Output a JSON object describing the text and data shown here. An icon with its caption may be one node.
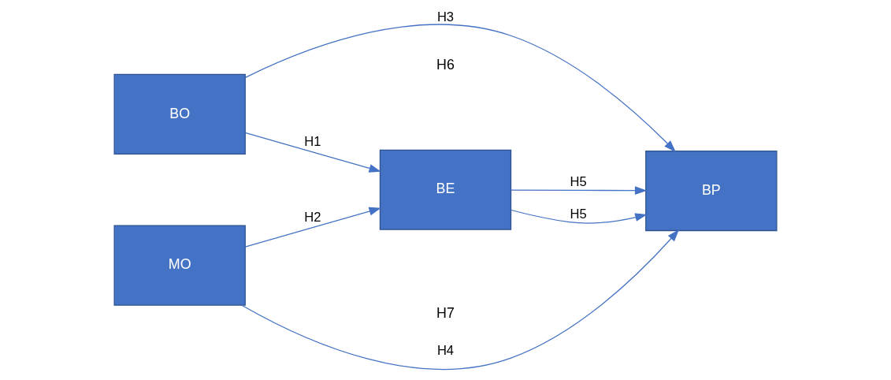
{
  "diagram": {
    "nodes": [
      {
        "text": [
          "BO"
        ]
      },
      {
        "text": [
          "MO"
        ]
      },
      {
        "text": [
          "BE"
        ]
      },
      {
        "text": [
          "BP"
        ]
      }
    ],
    "edges": [
      {
        "from": 0,
        "to": 3,
        "arrow": "to",
        "label": "H3"
      },
      {
        "from": 0,
        "to": 2,
        "arrow": "to",
        "label": "H1"
      },
      {
        "from": 1,
        "to": 2,
        "arrow": "to",
        "label": "H2"
      },
      {
        "from": 2,
        "to": 3,
        "arrow": "to",
        "label": "H5"
      },
      {
        "from": 2,
        "to": 3,
        "arrow": "to",
        "label": "H5"
      },
      {
        "from": 1,
        "to": 3,
        "arrow": "to",
        "label": "H4"
      }
    ],
    "labels": [
      "H6",
      "H7"
    ]
  }
}
